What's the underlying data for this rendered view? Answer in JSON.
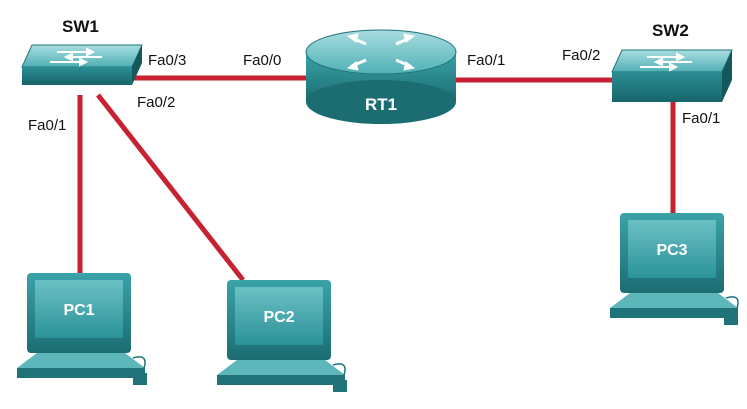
{
  "devices": {
    "sw1": {
      "label": "SW1"
    },
    "sw2": {
      "label": "SW2"
    },
    "rt1": {
      "label": "RT1"
    },
    "pc1": {
      "label": "PC1"
    },
    "pc2": {
      "label": "PC2"
    },
    "pc3": {
      "label": "PC3"
    }
  },
  "ports": {
    "sw1_fa03": "Fa0/3",
    "sw1_fa02": "Fa0/2",
    "sw1_fa01": "Fa0/1",
    "rt1_fa00": "Fa0/0",
    "rt1_fa01": "Fa0/1",
    "sw2_fa02": "Fa0/2",
    "sw2_fa01": "Fa0/1"
  },
  "colors": {
    "link": "#c62232",
    "device_teal": "#2f9aa0",
    "device_dark": "#1f7378",
    "device_light": "#7cc8cb"
  }
}
